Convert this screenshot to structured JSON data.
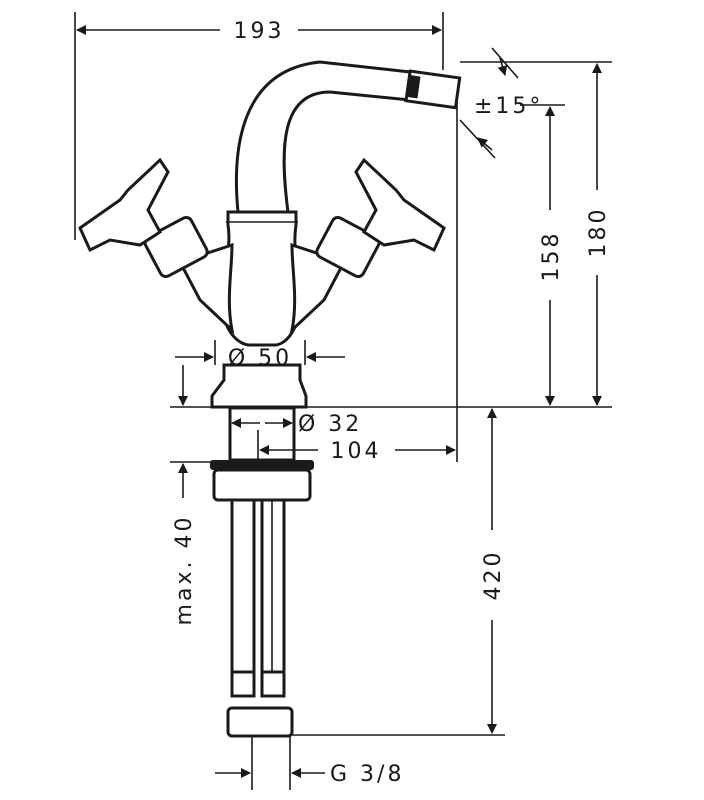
{
  "drawing": {
    "title": "Bidet mixer dimension drawing",
    "dimensions": {
      "width_total": "193",
      "height_total": "180",
      "height_spout": "158",
      "angle": "±15°",
      "diameter_base": "Ø 50",
      "diameter_shank": "Ø 32",
      "projection": "104",
      "max_thickness": "max. 40",
      "hose_length": "420",
      "connection": "G 3/8"
    }
  }
}
